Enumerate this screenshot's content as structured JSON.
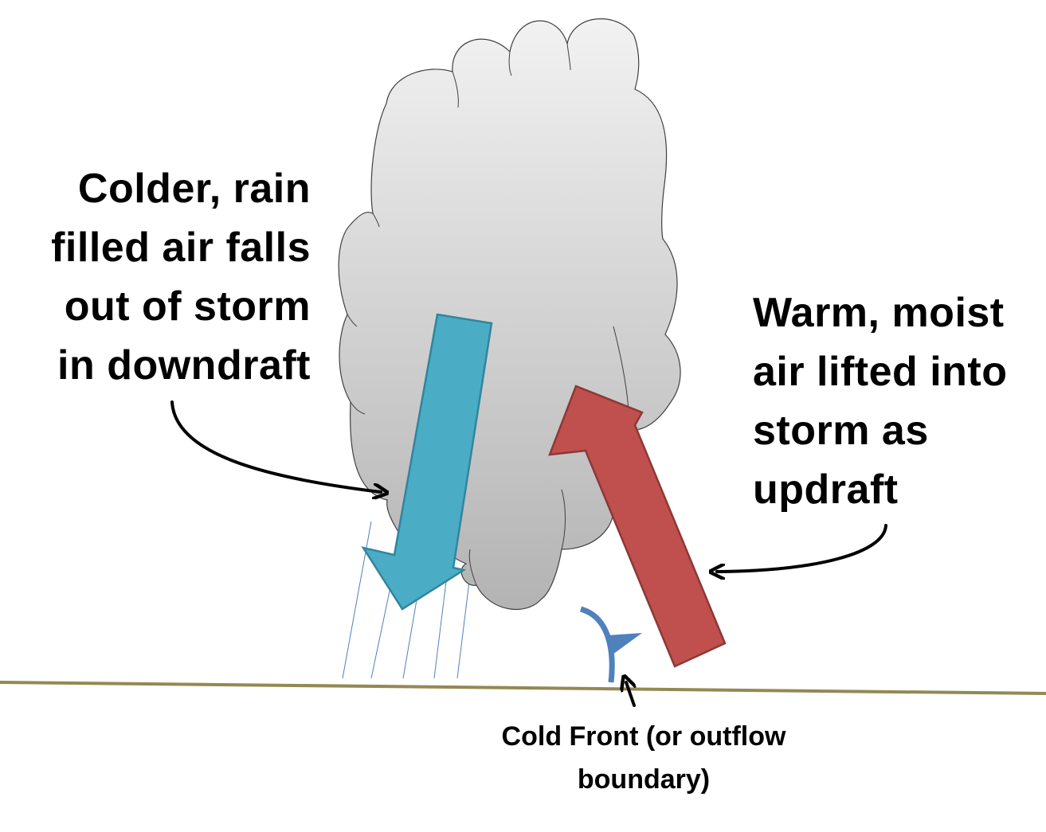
{
  "labels": {
    "downdraft": {
      "lines": [
        "Colder, rain",
        "filled air falls",
        "out of storm",
        "in downdraft"
      ]
    },
    "updraft": {
      "lines": [
        "Warm, moist",
        "air lifted into",
        "storm as",
        "updraft"
      ]
    },
    "front": {
      "lines": [
        "Cold Front (or outflow",
        "boundary)"
      ]
    }
  },
  "colors": {
    "cloud_top": "#f2f2f2",
    "cloud_bottom": "#b3b3b3",
    "cloud_outline": "#404040",
    "downdraft_arrow": "#4bacc6",
    "downdraft_outline": "#31859c",
    "updraft_arrow": "#c0504d",
    "updraft_outline": "#8c3836",
    "cold_front": "#4f81bd",
    "ground": "#938953",
    "rain": "#4f81bd",
    "pointer": "#000000"
  }
}
